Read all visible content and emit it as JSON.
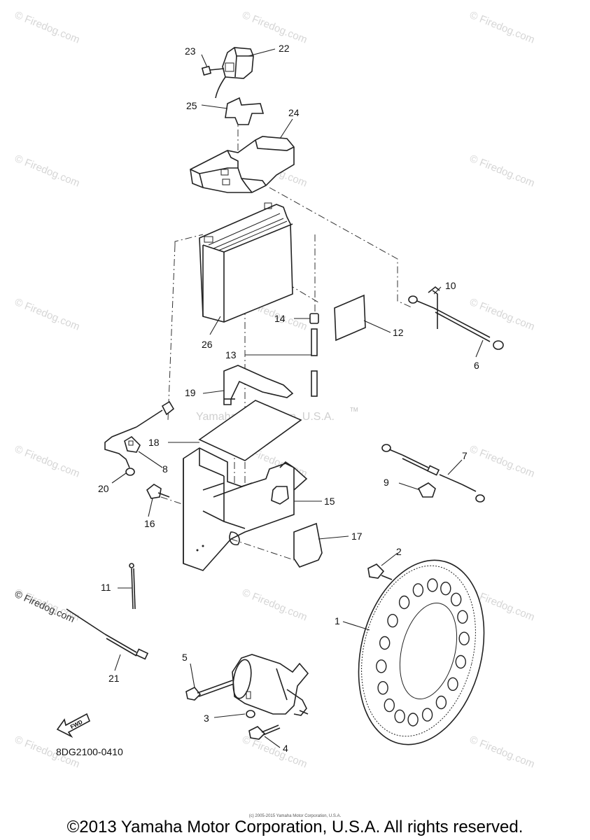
{
  "diagram": {
    "drawing_code": "8DG2100-0410",
    "center_watermark": "Yamaha Motor Corp, U.S.A.",
    "tm_mark": "TM",
    "fwd_label": "FWD",
    "site_watermark": "© Firedog.com",
    "side_watermark": "© Firedog.com",
    "callouts": [
      "1",
      "2",
      "3",
      "4",
      "5",
      "6",
      "7",
      "8",
      "9",
      "10",
      "11",
      "12",
      "13",
      "14",
      "15",
      "16",
      "17",
      "18",
      "19",
      "20",
      "21",
      "22",
      "23",
      "24",
      "25",
      "26"
    ]
  },
  "footer": {
    "copyright": "©2013 Yamaha Motor Corporation, U.S.A. All rights reserved.",
    "small_print": "(c) 2005-2015 Yamaha Motor Corporation, U.S.A."
  }
}
